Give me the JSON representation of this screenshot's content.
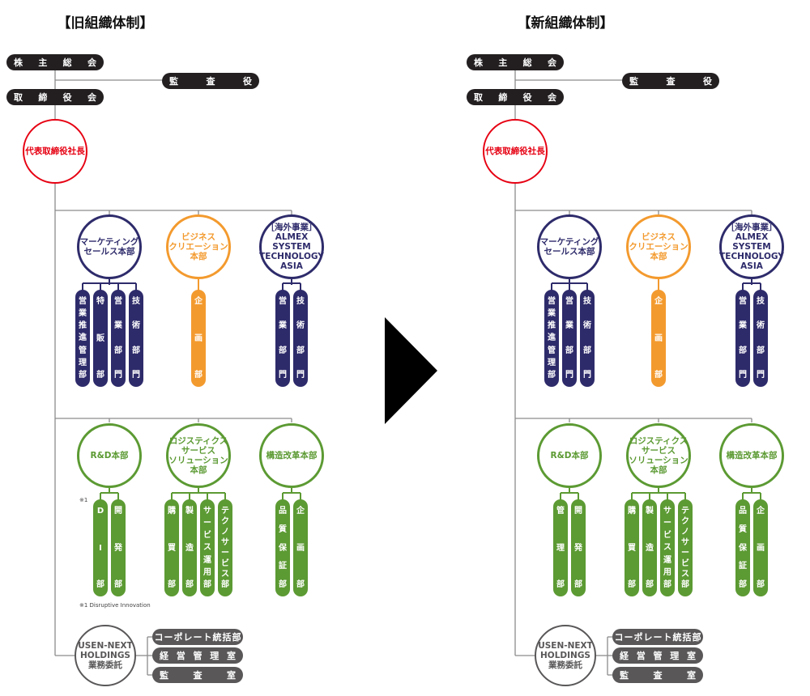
{
  "titles": {
    "old": "【旧組織体制】",
    "new": "【新組織体制】"
  },
  "top": {
    "shareholders": "株主総会",
    "auditor": "監査役",
    "board": "取締役会",
    "ceo": "代表取締役社長"
  },
  "units": {
    "marketing": "マーケティング\nセールス本部",
    "business": "ビジネス\nクリエーション\n本部",
    "overseas": "［海外事業］\nALMEX SYSTEM\nTECHNOLOGY\nASIA",
    "rd": "R&D本部",
    "logistics": "ロジスティクス\nサービス\nソリューション\n本部",
    "restructure": "構造改革本部",
    "usen": "USEN-NEXT\nHOLDINGS\n業務委託"
  },
  "old": {
    "marketing_depts": [
      "営業推進管理部",
      "特販部",
      "営業部門",
      "技術部門"
    ],
    "business_depts": [
      "企画部"
    ],
    "overseas_depts": [
      "営業部門",
      "技術部門"
    ],
    "rd_depts": [
      "DI部",
      "開発部"
    ],
    "logistics_depts": [
      "購買部",
      "製造部",
      "サービス運用部",
      "テクノサービス部"
    ],
    "restructure_depts": [
      "品質保証部",
      "企画部"
    ],
    "note_mark": "※1",
    "note": "※1 Disruptive Innovation"
  },
  "new": {
    "marketing_depts": [
      "営業推進管理部",
      "営業部門",
      "技術部門"
    ],
    "business_depts": [
      "企画部"
    ],
    "overseas_depts": [
      "営業部門",
      "技術部門"
    ],
    "rd_depts": [
      "管理部",
      "開発部"
    ],
    "logistics_depts": [
      "購買部",
      "製造部",
      "サービス運用部",
      "テクノサービス部"
    ],
    "restructure_depts": [
      "品質保証部",
      "企画部"
    ]
  },
  "usen_items": [
    "コーポレート統括部",
    "経営管理室",
    "監査室"
  ],
  "colors": {
    "navy": "#2e2b6b",
    "orange": "#f39a2e",
    "green": "#5c9a33",
    "red": "#e60012",
    "gray": "#595757",
    "black": "#231f20"
  }
}
